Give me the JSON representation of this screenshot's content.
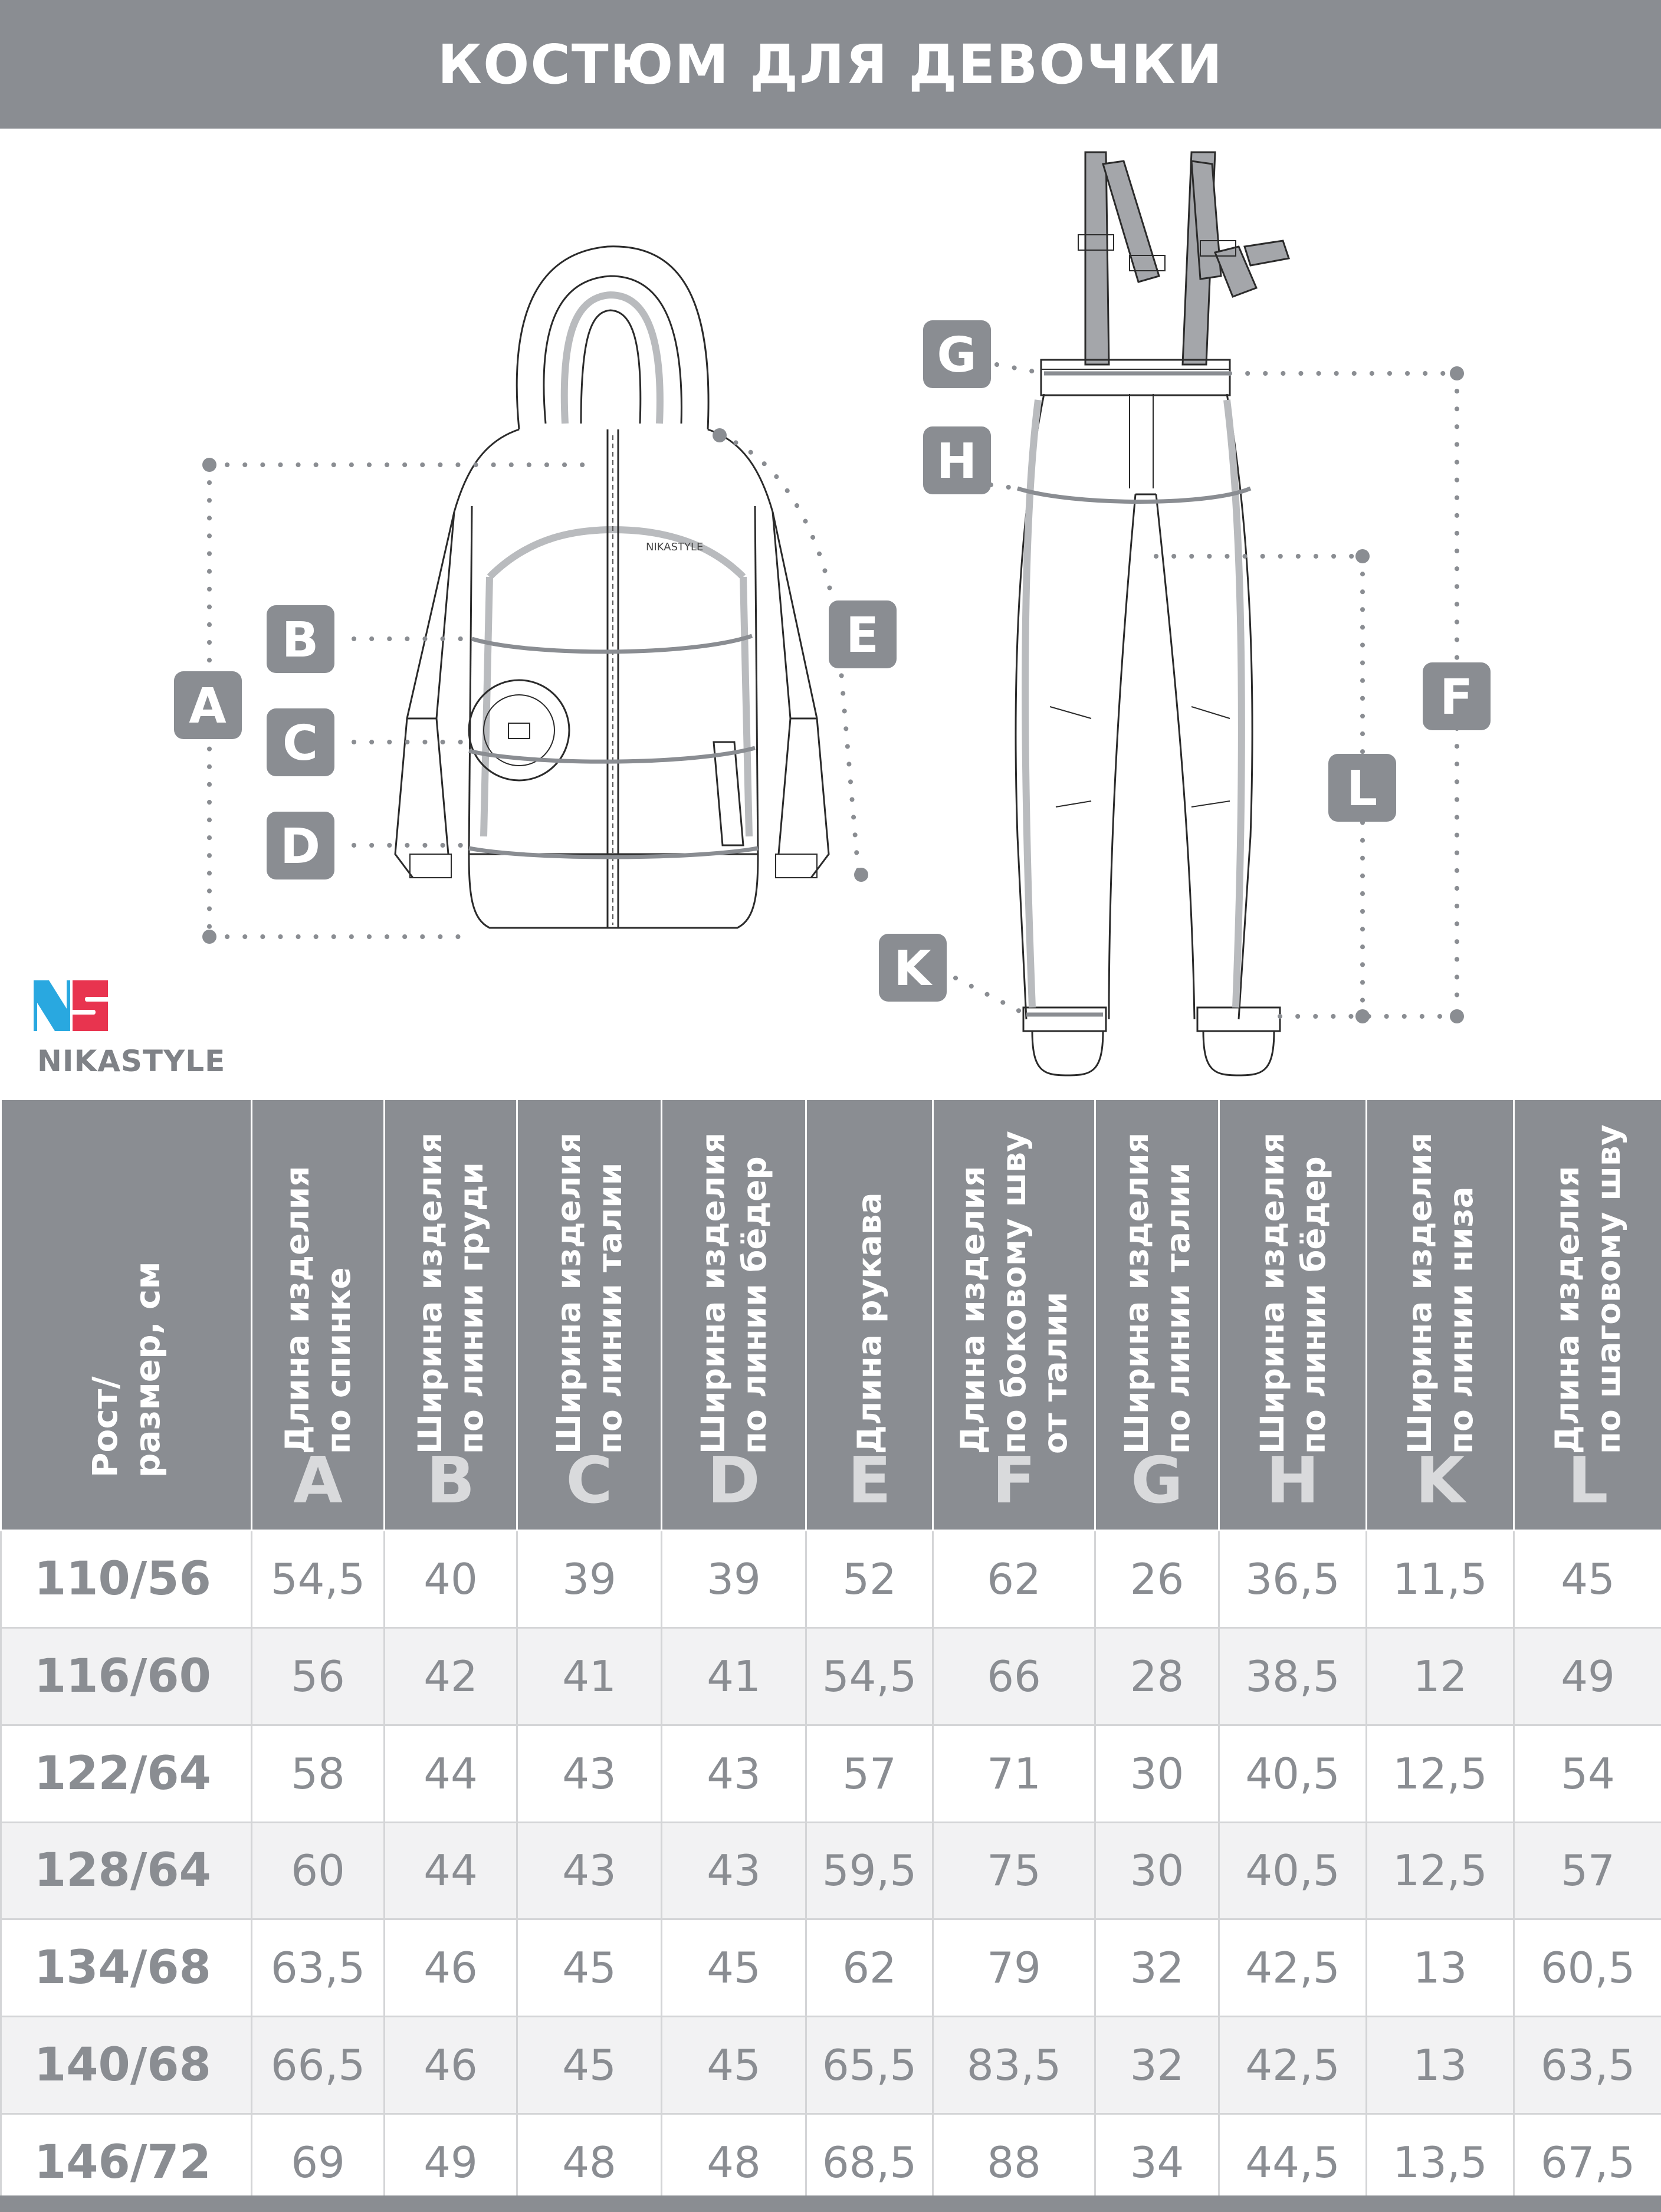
{
  "title": "КОСТЮМ ДЛЯ ДЕВОЧКИ",
  "colors": {
    "header_gray": "#8a8d92",
    "text_gray": "#8a8d92",
    "brand_blue": "#29a8e0",
    "brand_red": "#e8344f"
  },
  "brand": {
    "name": "NIKASTYLE",
    "logo_letters": "NS",
    "garment_print": "NIKASTYLE"
  },
  "diagram_labels": [
    "A",
    "B",
    "C",
    "D",
    "E",
    "F",
    "G",
    "H",
    "K",
    "L"
  ],
  "table": {
    "first_header": "Рост/\nразмер, см",
    "columns": [
      {
        "label": "Длина изделия\nпо спинке",
        "letter": "A"
      },
      {
        "label": "Ширина изделия\nпо линии груди",
        "letter": "B"
      },
      {
        "label": "Ширина изделия\nпо линии талии",
        "letter": "C"
      },
      {
        "label": "Ширина изделия\nпо линии бёдер",
        "letter": "D"
      },
      {
        "label": "Длина рукава",
        "letter": "E"
      },
      {
        "label": "Длина изделия\nпо боковому шву\nот талии",
        "letter": "F"
      },
      {
        "label": "Ширина изделия\nпо линии талии",
        "letter": "G"
      },
      {
        "label": "Ширина изделия\nпо  линии бёдер",
        "letter": "H"
      },
      {
        "label": "Ширина изделия\nпо линии низа",
        "letter": "K"
      },
      {
        "label": "Длина изделия\nпо шаговому шву",
        "letter": "L"
      }
    ],
    "rows": [
      {
        "size": "110/56",
        "values": [
          "54,5",
          "40",
          "39",
          "39",
          "52",
          "62",
          "26",
          "36,5",
          "11,5",
          "45"
        ]
      },
      {
        "size": "116/60",
        "values": [
          "56",
          "42",
          "41",
          "41",
          "54,5",
          "66",
          "28",
          "38,5",
          "12",
          "49"
        ]
      },
      {
        "size": "122/64",
        "values": [
          "58",
          "44",
          "43",
          "43",
          "57",
          "71",
          "30",
          "40,5",
          "12,5",
          "54"
        ]
      },
      {
        "size": "128/64",
        "values": [
          "60",
          "44",
          "43",
          "43",
          "59,5",
          "75",
          "30",
          "40,5",
          "12,5",
          "57"
        ]
      },
      {
        "size": "134/68",
        "values": [
          "63,5",
          "46",
          "45",
          "45",
          "62",
          "79",
          "32",
          "42,5",
          "13",
          "60,5"
        ]
      },
      {
        "size": "140/68",
        "values": [
          "66,5",
          "46",
          "45",
          "45",
          "65,5",
          "83,5",
          "32",
          "42,5",
          "13",
          "63,5"
        ]
      },
      {
        "size": "146/72",
        "values": [
          "69",
          "49",
          "48",
          "48",
          "68,5",
          "88",
          "34",
          "44,5",
          "13,5",
          "67,5"
        ]
      }
    ]
  }
}
